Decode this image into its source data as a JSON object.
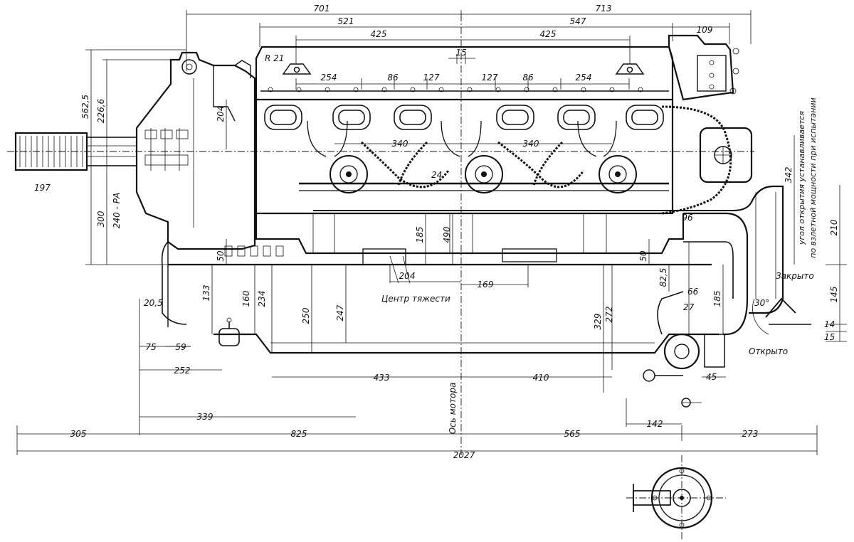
{
  "dimensions": {
    "top_left_span": "701",
    "top_right_span": "713",
    "left_block": "521",
    "right_block": "547",
    "left_pitch": "425",
    "right_pitch": "425",
    "right_end": "109",
    "center_offset": "15",
    "rad": "R 21",
    "cyl_254_left": "254",
    "cyl_86_left": "86",
    "cyl_127_left": "127",
    "cyl_127_right": "127",
    "cyl_86_right": "86",
    "cyl_254_right": "254",
    "mag_340_left": "340",
    "mag_340_right": "340",
    "d24": "24",
    "h_562_5": "562,5",
    "h_226_6": "226,6",
    "h_204_left": "204",
    "h_300": "300",
    "h_240": "240 - РА",
    "hand_197": "197",
    "d50_left": "50",
    "d50_right": "50",
    "d185": "185",
    "d490": "490",
    "d96": "96",
    "d342": "342",
    "d210": "210",
    "cg_204": "204",
    "cg_169": "169",
    "d20_5": "20,5",
    "d133": "133",
    "d160": "160",
    "d234": "234",
    "d250": "250",
    "d247": "247",
    "d82_5": "82,5",
    "d66": "66",
    "d27": "27",
    "d185_r": "185",
    "d329": "329",
    "d272": "272",
    "d30deg": "30°",
    "d145": "145",
    "d14": "14",
    "d15": "15",
    "d45": "45",
    "d75": "75",
    "d59": "59",
    "d252": "252",
    "d433": "433",
    "d410": "410",
    "d339": "339",
    "d142": "142",
    "d305": "305",
    "d825": "825",
    "d565": "565",
    "d273": "273",
    "total": "2027"
  },
  "labels": {
    "center_of_gravity": "Центр тяжести",
    "motor_axis": "Ось мотора",
    "closed": "Закрыто",
    "open": "Открыто",
    "throttle_note_1": "угол открытия устанавливается",
    "throttle_note_2": "по взлетной мощности при испытании"
  }
}
